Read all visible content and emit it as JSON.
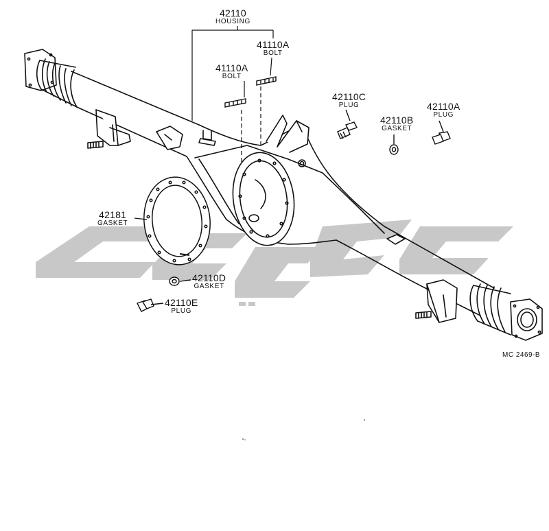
{
  "callouts": {
    "housing": {
      "part_no": "42110",
      "name": "HOUSING"
    },
    "bolt_right": {
      "part_no": "41110A",
      "name": "BOLT"
    },
    "bolt_left": {
      "part_no": "41110A",
      "name": "BOLT"
    },
    "plug_c": {
      "part_no": "42110C",
      "name": "PLUG"
    },
    "gasket_b": {
      "part_no": "42110B",
      "name": "GASKET"
    },
    "plug_a": {
      "part_no": "42110A",
      "name": "PLUG"
    },
    "gasket_cover": {
      "part_no": "42181",
      "name": "GASKET"
    },
    "gasket_d": {
      "part_no": "42110D",
      "name": "GASKET"
    },
    "plug_e": {
      "part_no": "42110E",
      "name": "PLUG"
    }
  },
  "drawing_ref": "MC 2469-B",
  "colors": {
    "line": "#111111",
    "watermark": "#c8c8c8"
  }
}
